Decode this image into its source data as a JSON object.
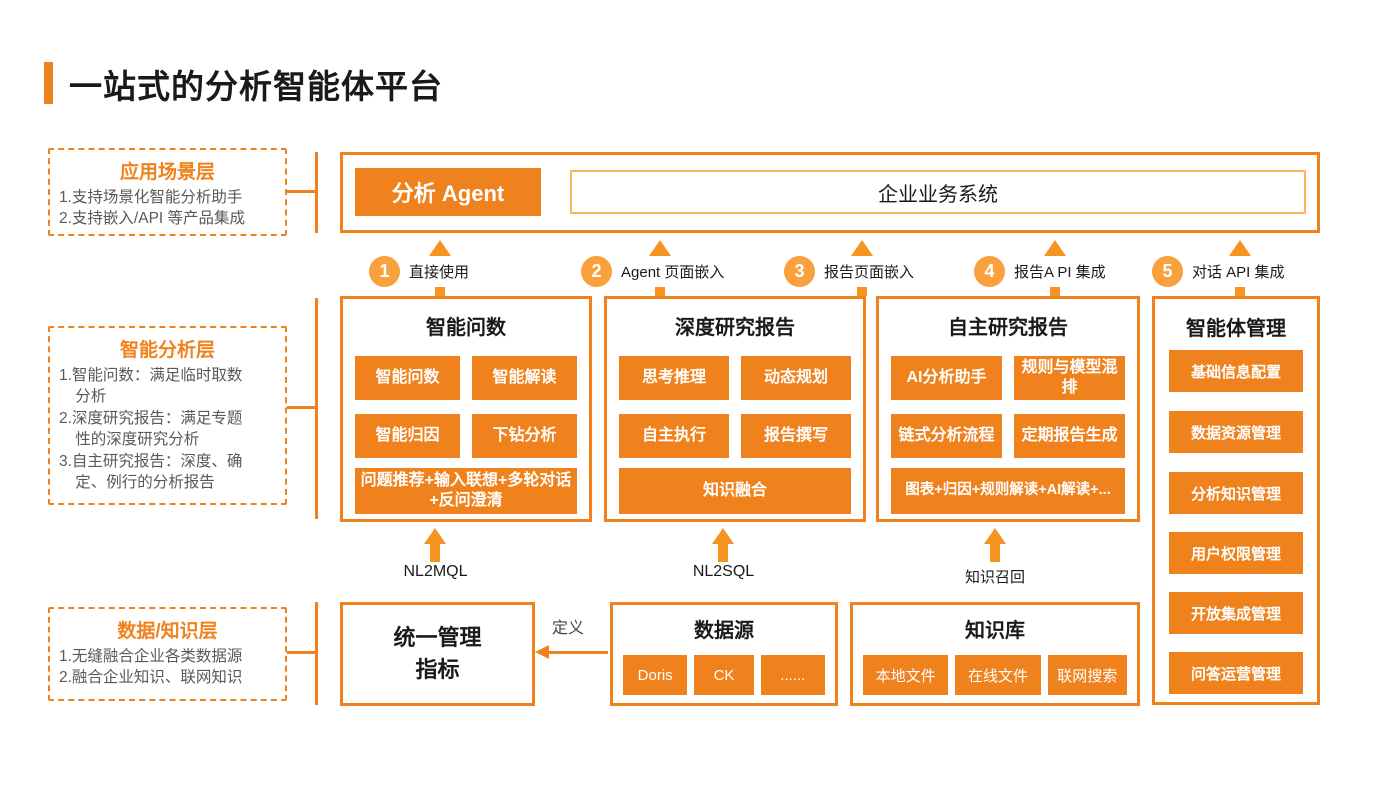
{
  "colors": {
    "orange": "#F0821E",
    "orange-light": "#F8A13D",
    "orange-arrow": "#F79421",
    "border-light": "#F8B45F",
    "gray": "#595959",
    "ink": "#1A1A1A"
  },
  "title": "一站式的分析智能体平台",
  "layers": [
    {
      "name": "应用场景层",
      "points": [
        "1.支持场景化智能分析助手",
        "2.支持嵌入/API 等产品集成"
      ]
    },
    {
      "name": "智能分析层",
      "points": [
        "1.智能问数：满足临时取数\n分析",
        "2.深度研究报告：满足专题\n性的深度研究分析",
        "3.自主研究报告：深度、确\n定、例行的分析报告"
      ]
    },
    {
      "name": "数据/知识层",
      "points": [
        "1.无缝融合企业各类数据源",
        "2.融合企业知识、联网知识"
      ]
    }
  ],
  "top": {
    "agent": "分析 Agent",
    "system": "企业业务系统"
  },
  "integrations": [
    {
      "num": "1",
      "label": "直接使用"
    },
    {
      "num": "2",
      "label": "Agent 页面嵌入"
    },
    {
      "num": "3",
      "label": "报告页面嵌入"
    },
    {
      "num": "4",
      "label": "报告A PI 集成"
    },
    {
      "num": "5",
      "label": "对话 API 集成"
    }
  ],
  "modules": [
    {
      "title": "智能问数",
      "chips": [
        [
          "智能问数",
          "智能解读"
        ],
        [
          "智能归因",
          "下钻分析"
        ]
      ],
      "full": "问题推荐+输入联想+多轮对话+反问澄清"
    },
    {
      "title": "深度研究报告",
      "chips": [
        [
          "思考推理",
          "动态规划"
        ],
        [
          "自主执行",
          "报告撰写"
        ]
      ],
      "full": "知识融合"
    },
    {
      "title": "自主研究报告",
      "chips": [
        [
          "AI分析助手",
          "规则与模型混排"
        ],
        [
          "链式分析流程",
          "定期报告生成"
        ]
      ],
      "full": "图表+归因+规则解读+AI解读+..."
    }
  ],
  "management": {
    "title": "智能体管理",
    "items": [
      "基础信息配置",
      "数据资源管理",
      "分析知识管理",
      "用户权限管理",
      "开放集成管理",
      "问答运营管理"
    ]
  },
  "bridges": [
    {
      "label": "NL2MQL"
    },
    {
      "label": "NL2SQL"
    },
    {
      "label": "知识召回"
    }
  ],
  "bottom": {
    "metrics_line1": "统一管理",
    "metrics_line2": "指标",
    "define_label": "定义",
    "datasource": {
      "title": "数据源",
      "chips": [
        "Doris",
        "CK",
        "......"
      ]
    },
    "knowledge": {
      "title": "知识库",
      "chips": [
        "本地文件",
        "在线文件",
        "联网搜索"
      ]
    }
  }
}
